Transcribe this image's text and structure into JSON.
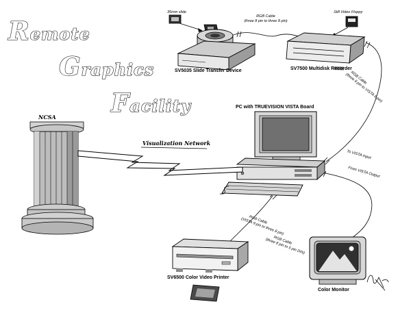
{
  "title": {
    "w1_initial": "R",
    "w1_rest": "emote",
    "w2_initial": "G",
    "w2_rest": "raphics",
    "w3_initial": "F",
    "w3_rest": "acility"
  },
  "top": {
    "slide_label": "35mm slide",
    "cable_l1": "RGB Cable",
    "cable_l2": "(three 8 pin to three 8 pin)",
    "floppy_label": "Still Video Floppy"
  },
  "devices": {
    "sv5035": "SV5035 Slide Transfer Device",
    "sv7500": "SV7500 Multidisk Recorder",
    "pc": "PC with TRUEVISION VISTA Board",
    "sv6500": "SV6500 Color Video Printer",
    "monitor": "Color Monitor",
    "ncsa": "NCSA"
  },
  "network": {
    "label": "Visualization Network"
  },
  "cables": {
    "recorder_pc_l1": "RGB Cable",
    "recorder_pc_l2": "(three 8 pin to VISTA 8 pin)",
    "to_vista": "To VISTA Input",
    "from_vista": "From VISTA Output",
    "printer_l1": "RGB Cable",
    "printer_l2": "(VISTA 9 pin to three 8 pin)",
    "monitor_l1": "RGB Cable",
    "monitor_l2": "(three 8 pin to 5 pin DIN)"
  },
  "colors": {
    "line": "#000000",
    "light_gray": "#e6e6e6",
    "mid_gray": "#c8c8c8",
    "dark_gray": "#9c9c9c",
    "screen_gray": "#707070"
  }
}
